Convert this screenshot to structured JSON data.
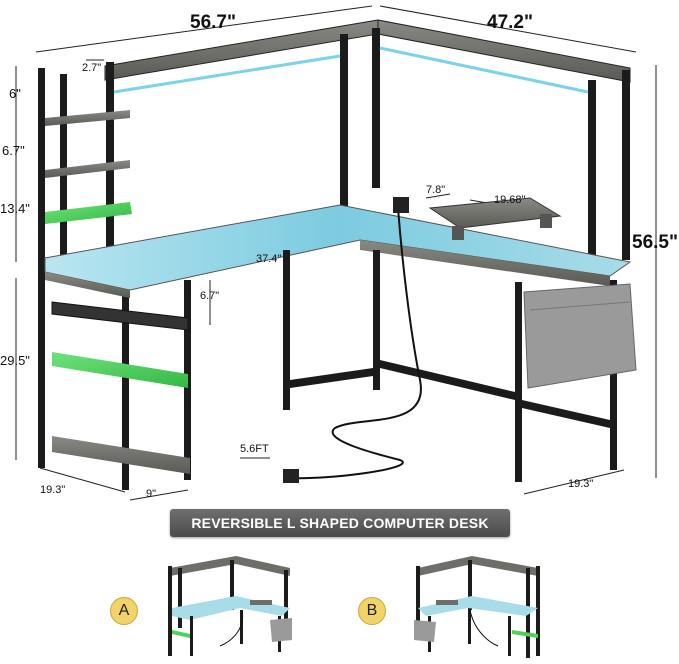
{
  "dimensions": {
    "width_top": "56.7\"",
    "depth_top": "47.2\"",
    "height_total": "56.5\"",
    "hutch_gap": "2.7\"",
    "shelf_1": "6\"",
    "shelf_2": "6.7\"",
    "shelf_3": "13.4\"",
    "lower_height": "29.5\"",
    "inner_length": "37.4\"",
    "under_gap": "6.7\"",
    "monitor_stand_depth": "7.8\"",
    "monitor_stand_width": "19.68\"",
    "base_left_depth": "19.3\"",
    "base_shelf_width": "9\"",
    "base_right_depth": "19.3\"",
    "cord_length": "5.6FT"
  },
  "banner": {
    "text": "REVERSIBLE L SHAPED COMPUTER DESK"
  },
  "options": [
    {
      "label": "A"
    },
    {
      "label": "B"
    }
  ],
  "colors": {
    "frame": "#1b1b1b",
    "wood": "#6e6e68",
    "desktop_glow": "#8fd4e6",
    "shelf_green": "#4ad35a",
    "bag": "#9a9a9a",
    "badge": "#f1d36a"
  }
}
